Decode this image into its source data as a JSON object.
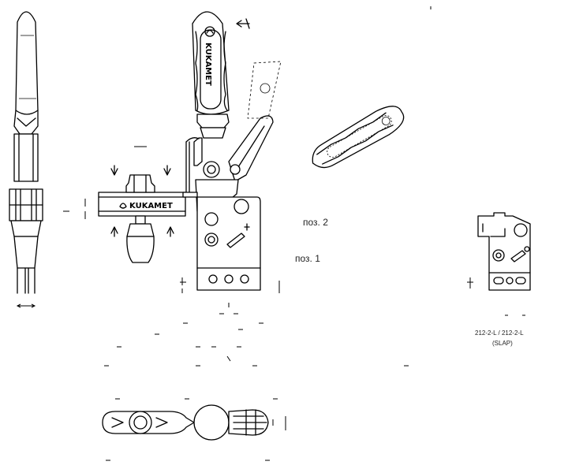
{
  "drawing": {
    "label_pos1": "поз. 1",
    "label_pos2": "поз. 2",
    "brand_handle": "KUKAMET",
    "brand_plate": "KUKAMET",
    "variant_note_line1": "212-2-L / 212-2-L",
    "variant_note_line2": "(SLAP)"
  }
}
